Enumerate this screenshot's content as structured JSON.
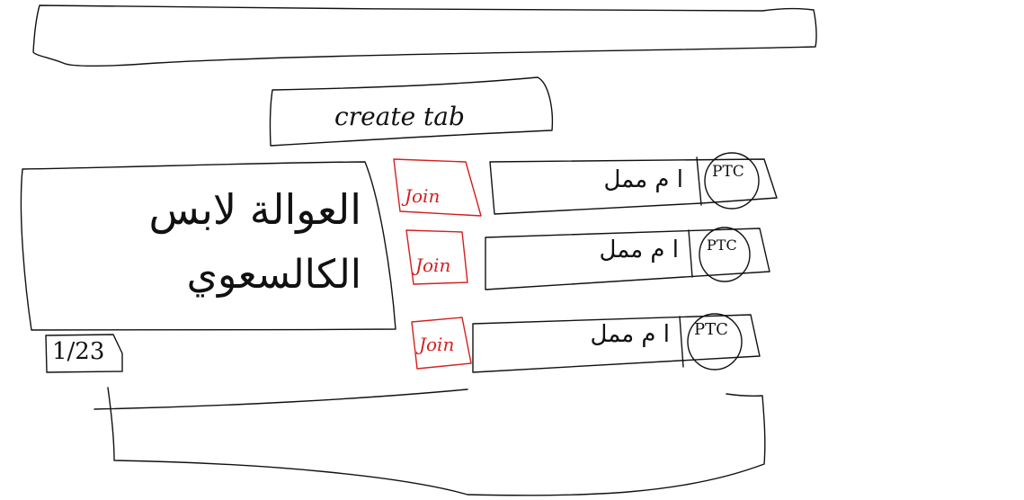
{
  "create_tab": {
    "label": "create tab"
  },
  "page_indicator": {
    "label": "1/23"
  },
  "main_card": {
    "text_line1": "العوالة لابس",
    "text_line2": "الكالسعوي"
  },
  "tabs": [
    {
      "icon_label": "PTC",
      "join_label": "Join",
      "text": "ا م ممل"
    },
    {
      "icon_label": "PTC",
      "join_label": "Join",
      "text": "ا م ممل"
    },
    {
      "icon_label": "PTC",
      "join_label": "Join",
      "text": "ا م ممل"
    }
  ],
  "colors": {
    "ink": "#111111",
    "join": "#d42020",
    "background": "#ffffff"
  }
}
